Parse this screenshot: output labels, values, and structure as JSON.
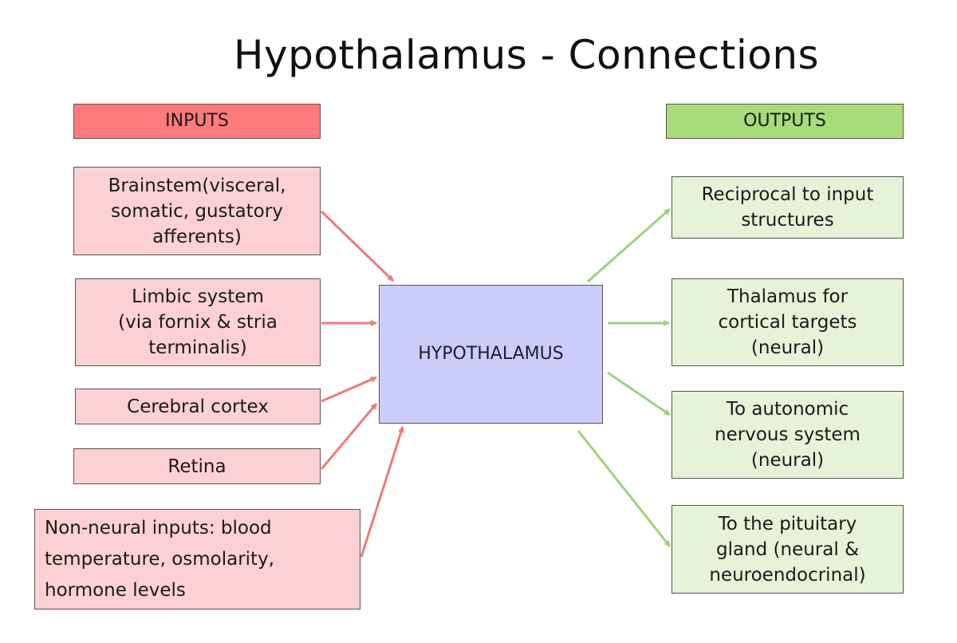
{
  "title": "Hypothalamus - Connections",
  "headers": {
    "inputs": "INPUTS",
    "outputs": "OUTPUTS"
  },
  "center": "HYPOTHALAMUS",
  "inputs": [
    "Brainstem(visceral,\nsomatic, gustatory\nafferents)",
    "Limbic system\n(via fornix & stria\nterminalis)",
    "Cerebral cortex",
    "Retina",
    "Non-neural inputs: blood\ntemperature, osmolarity,\nhormone levels"
  ],
  "outputs": [
    "Reciprocal to input\nstructures",
    "Thalamus for\ncortical targets\n(neural)",
    "To autonomic\nnervous system\n(neural)",
    "To the pituitary\ngland (neural &\nneuroendocrinal)"
  ],
  "colors": {
    "input_header": "#ff7b7b",
    "input_box": "#fdd1d3",
    "input_arrow": "#ee7b7b",
    "output_header": "#a8dc7a",
    "output_box": "#e6f3d8",
    "output_arrow": "#9fd27a",
    "center_box": "#ccccfb"
  }
}
